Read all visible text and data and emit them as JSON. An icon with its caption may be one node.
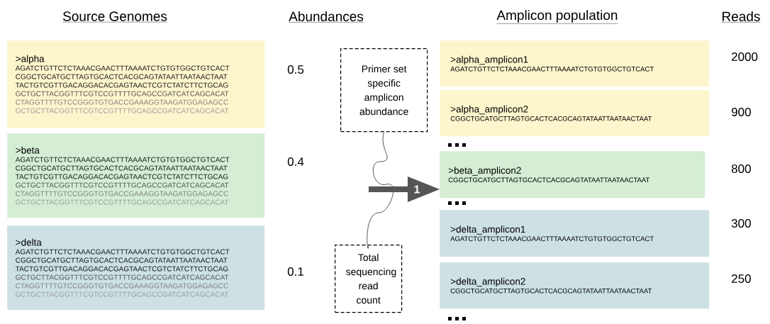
{
  "diagram": {
    "nodes": [
      {
        "text": [
          ">alpha",
          "AGATCTGTTCTCTAAACGAACTTTAAAATCTGTGTGGCTGTCACT",
          "CGGCTGCATGCTTAGTGCACTCACGCAGTATAATTAATAACTAAT",
          "TACTGTCGTTGACAGGACACGAGTAACTCGTCTATCTTCTGCAG",
          "GCTGCTTACGGTTTCGTCCGTTTTGCAGCCGATCATCAGCACAT",
          "CTAGGTTTTGTCCGGGTGTGACCGAAAGGTAAGATGGAGAGCC",
          "GCTGCTTACGGTTTCGTCCGTTTTGCAGCCGATCATCAGCACAT"
        ],
        "beside": [
          "0.5"
        ]
      },
      {
        "text": [
          ">beta",
          "AGATCTGTTCTCTAAACGAACTTTAAAATCTGTGTGGCTGTCACT",
          "CGGCTGCATGCTTAGTGCACTCACGCAGTATAATTAATAACTAAT",
          "TACTGTCGTTGACAGGACACGAGTAACTCGTCTATCTTCTGCAG",
          "GCTGCTTACGGTTTCGTCCGTTTTGCAGCCGATCATCAGCACAT",
          "CTAGGTTTTGTCCGGGTGTGACCGAAAGGTAAGATGGAGAGCC",
          "GCTGCTTACGGTTTCGTCCGTTTTGCAGCCGATCATCAGCACAT"
        ],
        "beside": [
          "0.4"
        ]
      },
      {
        "text": [
          ">delta",
          "AGATCTGTTCTCTAAACGAACTTTAAAATCTGTGTGGCTGTCACT",
          "CGGCTGCATGCTTAGTGCACTCACGCAGTATAATTAATAACTAAT",
          "TACTGTCGTTGACAGGACACGAGTAACTCGTCTATCTTCTGCAG",
          "GCTGCTTACGGTTTCGTCCGTTTTGCAGCCGATCATCAGCACAT",
          "CTAGGTTTTGTCCGGGTGTGACCGAAAGGTAAGATGGAGAGCC",
          "GCTGCTTACGGTTTCGTCCGTTTTGCAGCCGATCATCAGCACAT"
        ],
        "beside": [
          "0.1"
        ]
      },
      {
        "text": [
          "Primer set specific amplicon abundance"
        ]
      },
      {
        "text": [
          "Total sequencing read count"
        ]
      },
      {
        "text": [
          ">alpha_amplicon1",
          "AGATCTGTTCTCTAAACGAACTTTAAAATCTGTGTGGCTGTCACT"
        ],
        "beside": [
          "2000"
        ]
      },
      {
        "text": [
          ">alpha_amplicon2",
          "CGGCTGCATGCTTAGTGCACTCACGCAGTATAATTAATAACTAAT"
        ],
        "beside": [
          "900"
        ]
      },
      {
        "text": [
          ">beta_amplicon2",
          "CGGCTGCATGCTTAGTGCACTCACGCAGTATAATTAATAACTAAT"
        ],
        "beside": [
          "800"
        ]
      },
      {
        "text": [
          ">delta_amplicon1",
          "AGATCTGTTCTCTAAACGAACTTTAAAATCTGTGTGGCTGTCACT"
        ],
        "beside": [
          "300"
        ]
      },
      {
        "text": [
          ">delta_amplicon2",
          "CGGCTGCATGCTTAGTGCACTCACGCAGTATAATTAATAACTAAT"
        ],
        "beside": [
          "250"
        ]
      }
    ],
    "edges": [
      {
        "from": 3,
        "to": 4,
        "arrow": "none"
      },
      {
        "from": null,
        "to": 7,
        "arrow": "to",
        "label": "1",
        "style": "thick"
      }
    ],
    "labels": [
      "Source Genomes",
      "Abundances",
      "Amplicon population",
      "Reads"
    ]
  }
}
